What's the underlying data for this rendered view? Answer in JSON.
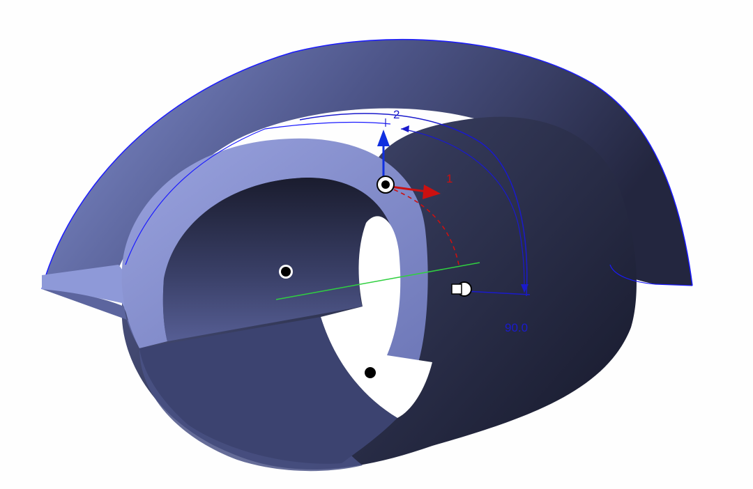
{
  "viewport": {
    "background": "#fefefe"
  },
  "model": {
    "face_color_light": "#8a95d6",
    "face_color_dark": "#1f2238",
    "edge_color": "#1a1aff"
  },
  "manipulator": {
    "axis1_label": "1",
    "axis2_label": "2",
    "axis1_color": "#cc1010",
    "axis2_color": "#1030e0"
  },
  "dimension": {
    "angle_value": "90.0",
    "color": "#1a1acc"
  },
  "icons": {
    "center_marker": "black-dot-icon",
    "pivot_handle": "pivot-handle-icon",
    "drag_handle": "drag-handle-icon"
  }
}
